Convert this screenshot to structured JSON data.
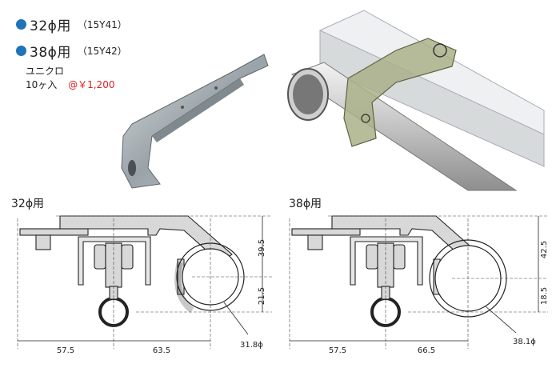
{
  "products": [
    {
      "size": "32ϕ用",
      "code": "（15Y41）"
    },
    {
      "size": "38ϕ用",
      "code": "（15Y42）"
    }
  ],
  "finish": "ユニクロ",
  "quantity": "10ヶ入",
  "price": "@￥1,200",
  "diagrams": [
    {
      "title": "32ϕ用",
      "dim_top": "39.5",
      "dim_mid": "21.5",
      "dim_left": "57.5",
      "dim_right": "63.5",
      "pipe": "31.8ϕ"
    },
    {
      "title": "38ϕ用",
      "dim_top": "42.5",
      "dim_mid": "18.5",
      "dim_left": "57.5",
      "dim_right": "66.5",
      "pipe": "38.1ϕ"
    }
  ],
  "colors": {
    "accent": "#1f73b7",
    "price": "#e02020"
  }
}
